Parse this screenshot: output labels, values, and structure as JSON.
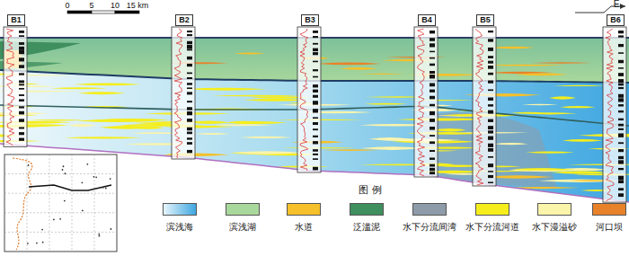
{
  "diagram": {
    "nodes": [
      {
        "text": [
          "B1"
        ]
      },
      {
        "text": [
          "B2"
        ]
      },
      {
        "text": [
          "B3"
        ]
      },
      {
        "text": [
          "B4"
        ]
      },
      {
        "text": [
          "B5"
        ]
      },
      {
        "text": [
          "B6"
        ]
      }
    ],
    "labels": [
      "0",
      "5",
      "10",
      "15 km",
      "E",
      "图 例"
    ],
    "legend": [
      {
        "text": "滨浅海",
        "color": "#3ea6e0"
      },
      {
        "text": "滨浅湖",
        "color": "#a9d89c"
      },
      {
        "text": "水道",
        "color": "#f5c02a"
      },
      {
        "text": "泛滥泥",
        "color": "#3f8f5f"
      },
      {
        "text": "水下分流间湾",
        "color": "#8e9ba8"
      },
      {
        "text": "水下分流河道",
        "color": "#f5ee1c"
      },
      {
        "text": "水下漫溢砂",
        "color": "#fbf4ab"
      },
      {
        "text": "河口坝",
        "color": "#e8822a"
      }
    ]
  }
}
